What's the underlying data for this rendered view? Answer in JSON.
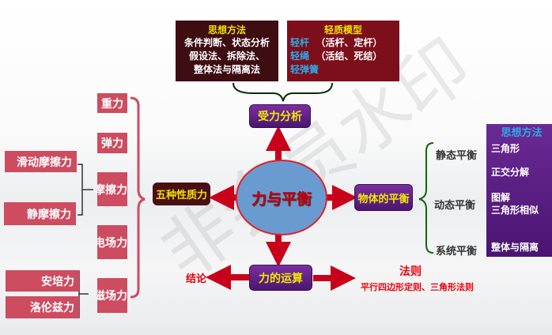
{
  "watermark": "非会员水印",
  "top": {
    "methods": {
      "title": "思想方法",
      "lines": [
        "条件判断、状态分析",
        "假设法、拆除法、",
        "整体法与隔离法"
      ]
    },
    "models": {
      "title": "轻质模型",
      "rows": [
        {
          "name": "轻杆",
          "detail": "（活杆、定杆）"
        },
        {
          "name": "轻绳",
          "detail": "（活结、死结）"
        },
        {
          "name": "轻弹簧",
          "detail": ""
        }
      ]
    }
  },
  "center": "力与平衡",
  "nodes": {
    "force_analysis": "受力分析",
    "five_forces": "五种性质力",
    "equilibrium": "物体的平衡",
    "force_operation": "力的运算"
  },
  "forces": [
    "重力",
    "弹力",
    "摩擦力",
    "电场力",
    "磁场力"
  ],
  "friction": [
    "滑动摩擦力",
    "静摩擦力"
  ],
  "magnetic": [
    "安培力",
    "洛伦兹力"
  ],
  "operation": {
    "conclusion": "结论",
    "rule_title": "法则",
    "rule_text": "平行四边形定则、三角形法则"
  },
  "equilibrium_types": [
    "静态平衡",
    "动态平衡",
    "系统平衡"
  ],
  "methods_panel": {
    "title": "思想方法",
    "items": [
      "三角形",
      "正交分解",
      "图解",
      "三角形相似",
      "整体与隔离"
    ]
  },
  "colors": {
    "arrow": "#c8001a",
    "pink": "#cd4c60",
    "purple": "#5a1a80",
    "circle": "#5b8fc9"
  }
}
